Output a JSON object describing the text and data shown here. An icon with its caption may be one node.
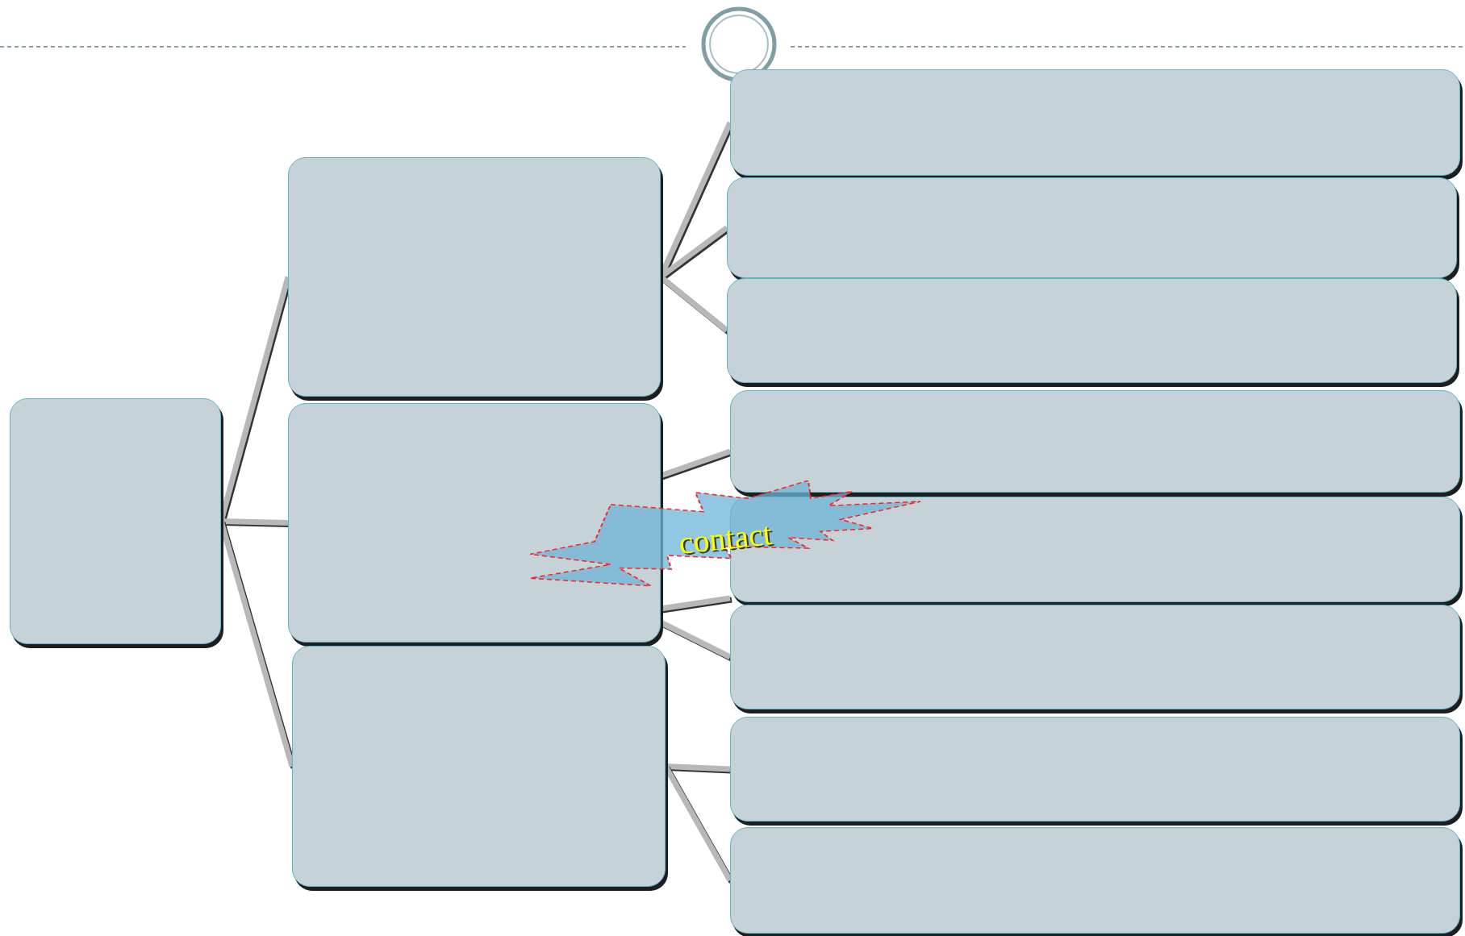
{
  "diagram": {
    "nodes": [
      {
        "text": [],
        "shape": "box"
      },
      {
        "text": [],
        "shape": "box"
      },
      {
        "text": [],
        "shape": "box"
      },
      {
        "text": [],
        "shape": "box"
      },
      {
        "text": [],
        "shape": "box"
      },
      {
        "text": [],
        "shape": "box"
      },
      {
        "text": [],
        "shape": "box"
      },
      {
        "text": [],
        "shape": "box"
      },
      {
        "text": [],
        "shape": "box"
      },
      {
        "text": [],
        "shape": "box"
      },
      {
        "text": [],
        "shape": "box"
      },
      {
        "text": [],
        "shape": "box"
      },
      {
        "text": [
          "contact"
        ]
      }
    ],
    "edges": [
      {
        "from": 0,
        "to": 1,
        "arrow": "none"
      },
      {
        "from": 0,
        "to": 2,
        "arrow": "none"
      },
      {
        "from": 0,
        "to": 3,
        "arrow": "none"
      },
      {
        "from": 1,
        "to": 4,
        "arrow": "none"
      },
      {
        "from": 1,
        "to": 5,
        "arrow": "none"
      },
      {
        "from": 1,
        "to": 6,
        "arrow": "none"
      },
      {
        "from": 2,
        "to": 7,
        "arrow": "none"
      },
      {
        "from": 2,
        "to": 8,
        "arrow": "none"
      },
      {
        "from": 2,
        "to": 9,
        "arrow": "none"
      },
      {
        "from": 3,
        "to": 10,
        "arrow": "none"
      },
      {
        "from": 3,
        "to": 11,
        "arrow": "none"
      }
    ]
  }
}
